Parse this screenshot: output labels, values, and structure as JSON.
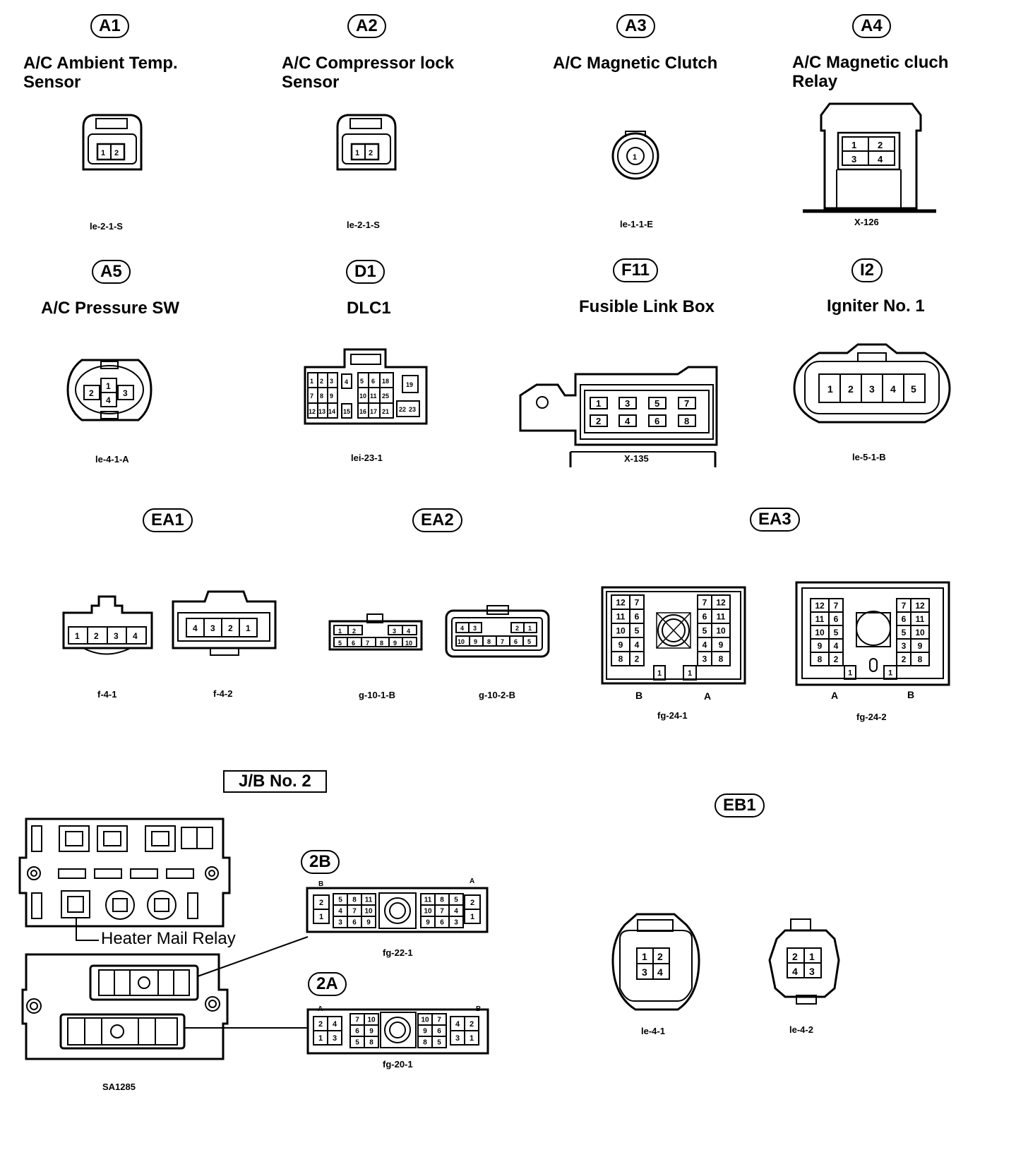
{
  "connectors": [
    {
      "id": "A1",
      "title_line1": "A/C Ambient Temp.",
      "title_line2": "Sensor",
      "code": "le-2-1-S",
      "pins": [
        "1",
        "2"
      ]
    },
    {
      "id": "A2",
      "title_line1": "A/C Compressor lock",
      "title_line2": "Sensor",
      "code": "le-2-1-S",
      "pins": [
        "1",
        "2"
      ]
    },
    {
      "id": "A3",
      "title_line1": "A/C Magnetic Clutch",
      "title_line2": "",
      "code": "le-1-1-E",
      "pins": [
        "1"
      ]
    },
    {
      "id": "A4",
      "title_line1": "A/C Magnetic cluch",
      "title_line2": "Relay",
      "code": "X-126",
      "pins": [
        "1",
        "2",
        "3",
        "4"
      ]
    },
    {
      "id": "A5",
      "title_line1": "A/C Pressure SW",
      "title_line2": "",
      "code": "le-4-1-A",
      "pins": [
        "1",
        "2",
        "3",
        "4"
      ]
    },
    {
      "id": "D1",
      "title_line1": "DLC1",
      "title_line2": "",
      "code": "lei-23-1",
      "pins": [
        "1",
        "2",
        "3",
        "4",
        "5",
        "6",
        "18",
        "7",
        "8",
        "9",
        "10",
        "11",
        "25",
        "19",
        "12",
        "13",
        "14",
        "15",
        "16",
        "17",
        "21",
        "22",
        "23"
      ]
    },
    {
      "id": "F11",
      "title_line1": "Fusible Link Box",
      "title_line2": "",
      "code": "X-135",
      "pins": [
        "1",
        "3",
        "5",
        "7",
        "2",
        "4",
        "6",
        "8"
      ]
    },
    {
      "id": "I2",
      "title_line1": "Igniter No. 1",
      "title_line2": "",
      "code": "le-5-1-B",
      "pins": [
        "1",
        "2",
        "3",
        "4",
        "5"
      ]
    }
  ],
  "ea_connectors": [
    {
      "id": "EA1",
      "codes": [
        "f-4-1",
        "f-4-2"
      ]
    },
    {
      "id": "EA2",
      "codes": [
        "g-10-1-B",
        "g-10-2-B"
      ]
    },
    {
      "id": "EA3",
      "codes": [
        "fg-24-1",
        "fg-24-2"
      ],
      "side_labels_1": [
        "B",
        "A"
      ],
      "side_labels_2": [
        "A",
        "B"
      ]
    }
  ],
  "ea1_pins_1": [
    "1",
    "2",
    "3",
    "4"
  ],
  "ea1_pins_2": [
    "4",
    "3",
    "2",
    "1"
  ],
  "ea2_pins_1_top": [
    "1",
    "2",
    "3",
    "4"
  ],
  "ea2_pins_1_bottom": [
    "5",
    "6",
    "7",
    "8",
    "9",
    "10"
  ],
  "ea2_pins_2_top": [
    "4",
    "3",
    "2",
    "1"
  ],
  "ea2_pins_2_bottom": [
    "10",
    "9",
    "8",
    "7",
    "6",
    "5"
  ],
  "jb": {
    "title": "J/B No. 2",
    "callout": "Heater Mail Relay",
    "code": "SA1285",
    "sub": [
      {
        "id": "2B",
        "code": "fg-22-1",
        "corner_left": "B",
        "corner_right": "A"
      },
      {
        "id": "2A",
        "code": "fg-20-1",
        "corner_left": "A",
        "corner_right": "B"
      }
    ]
  },
  "eb1": {
    "id": "EB1",
    "codes": [
      "le-4-1",
      "le-4-2"
    ],
    "pins_1": [
      "1",
      "2",
      "3",
      "4"
    ],
    "pins_2": [
      "2",
      "1",
      "4",
      "3"
    ]
  }
}
